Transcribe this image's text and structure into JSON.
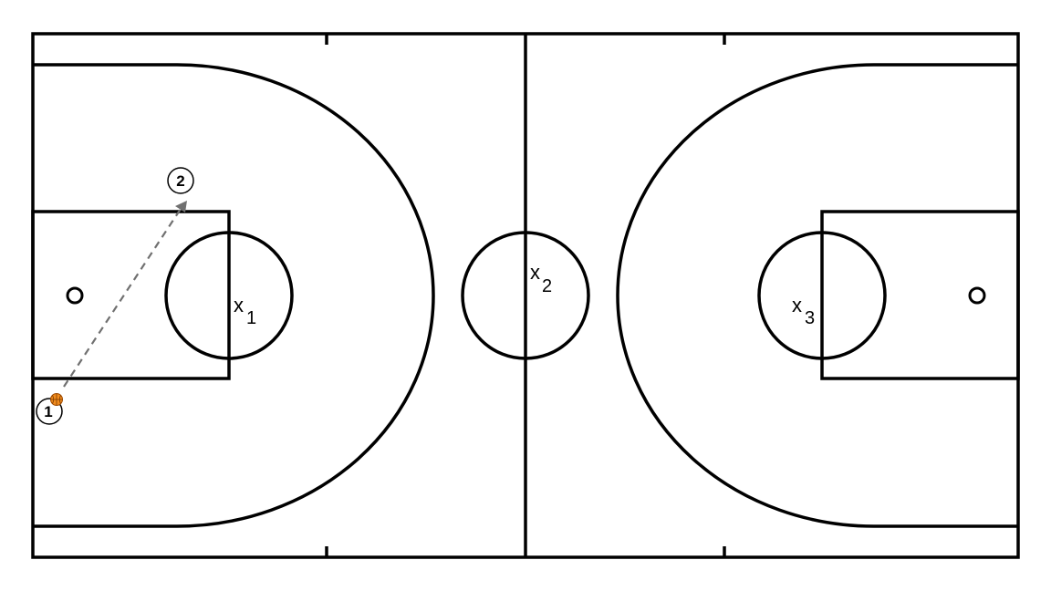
{
  "court": {
    "line_color": "#000000",
    "background": "#ffffff"
  },
  "defenders": [
    {
      "mark": "x",
      "sub": "1"
    },
    {
      "mark": "x",
      "sub": "2"
    },
    {
      "mark": "x",
      "sub": "3"
    }
  ],
  "offense": [
    {
      "number": "1",
      "has_ball": true
    },
    {
      "number": "2",
      "has_ball": false
    }
  ],
  "ball": {
    "color": "#f28c1e",
    "icon": "basketball-icon"
  },
  "pass": {
    "style": "dashed",
    "color": "#707070",
    "from": "1",
    "to": "2"
  }
}
